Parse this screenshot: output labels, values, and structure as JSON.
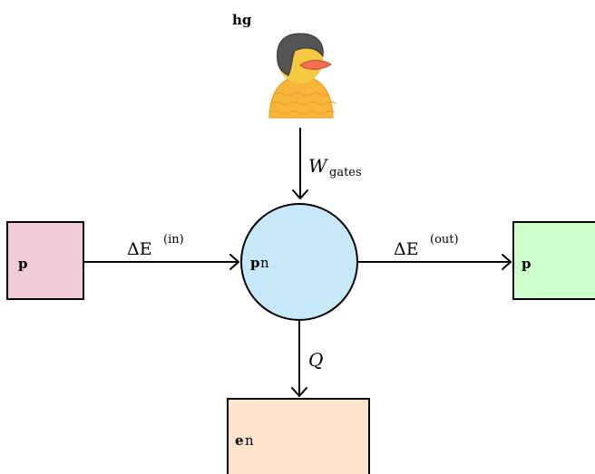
{
  "user": {
    "label": "hg",
    "icon": "user-avatar-icon"
  },
  "nodes": {
    "input": {
      "label": "p",
      "fill": "#f0ccd9"
    },
    "center": {
      "label_main": "p",
      "label_suffix": "n",
      "fill": "#c6e8f8"
    },
    "output": {
      "label": "p",
      "fill": "#ccffcc"
    },
    "bottom": {
      "label_main": "e",
      "label_suffix": "n",
      "fill": "#ffe4cc"
    }
  },
  "edges": {
    "gates": {
      "symbol": "W",
      "subscript": "gates"
    },
    "in": {
      "symbol": "ΔE",
      "superscript": "(in)"
    },
    "out": {
      "symbol": "ΔE",
      "superscript": "(out)"
    },
    "q": {
      "symbol": "Q"
    }
  }
}
